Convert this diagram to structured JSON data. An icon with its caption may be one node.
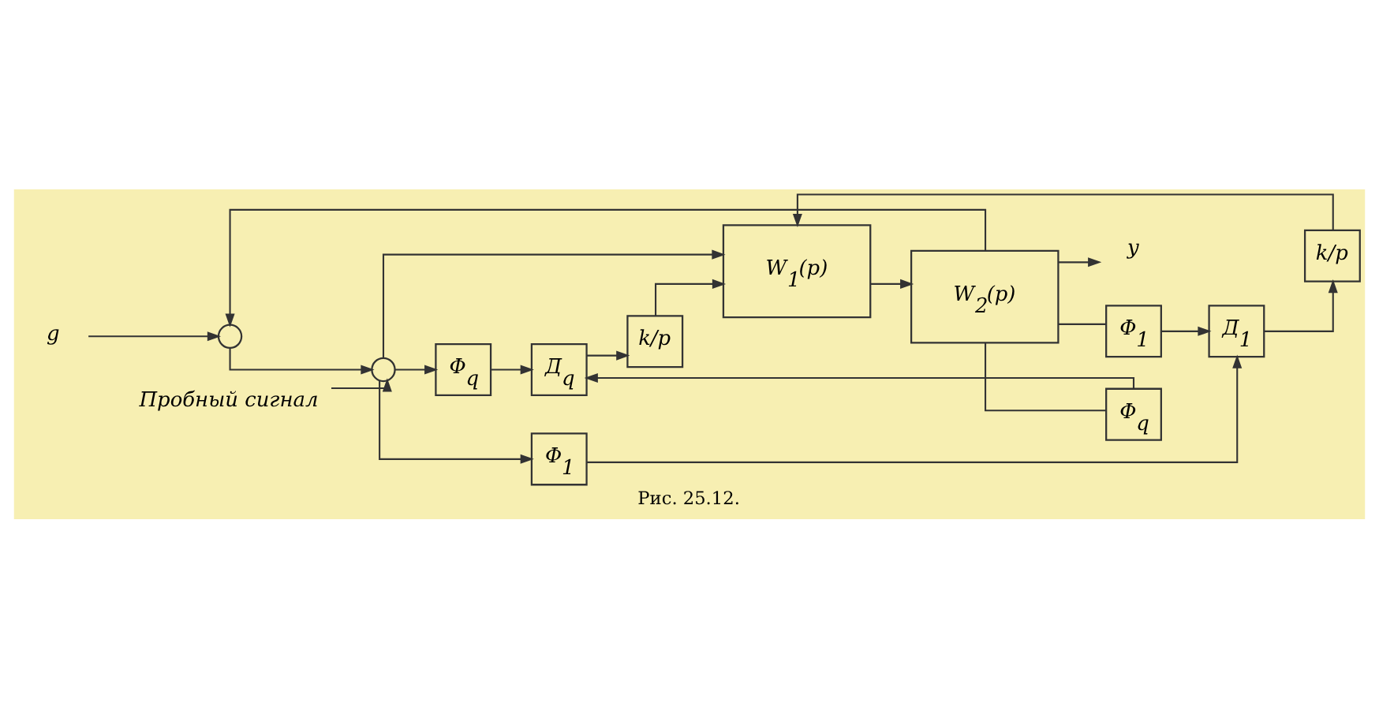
{
  "diagram": {
    "caption": "Рис. 25.12.",
    "nodes": [
      {
        "text": [
          "g"
        ]
      },
      {
        "text": [],
        "shape": "circle"
      },
      {
        "text": [],
        "shape": "circle"
      },
      {
        "text": [
          "Пробный сигнал"
        ]
      },
      {
        "text": [
          "Φ$_{q}$"
        ]
      },
      {
        "text": [
          "Φ$_{1}$"
        ]
      },
      {
        "text": [
          "Д$_{1}$"
        ]
      },
      {
        "text": [
          "Д$_{q}$"
        ]
      },
      {
        "text": [
          "k/p"
        ]
      },
      {
        "text": [
          "k/p"
        ]
      },
      {
        "text": [
          "W$_{1}$(p)"
        ]
      },
      {
        "text": [
          "W$_{2}$(p)"
        ]
      },
      {
        "text": [
          "Φ$_{1}$"
        ]
      },
      {
        "text": [
          "Φ$_{q}$"
        ]
      },
      {
        "text": [
          "y"
        ]
      }
    ],
    "edges": [
      {
        "from": 0,
        "to": 1,
        "arrow": "to"
      },
      {
        "from": 3,
        "to": 2,
        "arrow": "to"
      },
      {
        "from": 1,
        "to": 2,
        "arrow": "to"
      },
      {
        "from": 2,
        "to": 4,
        "arrow": "to"
      },
      {
        "from": 2,
        "to": 5,
        "arrow": "to"
      },
      {
        "from": 2,
        "to": 10,
        "arrow": "to"
      },
      {
        "from": 4,
        "to": 7,
        "arrow": "to"
      },
      {
        "from": 5,
        "to": 6,
        "arrow": "to"
      },
      {
        "from": 6,
        "to": 8,
        "arrow": "to"
      },
      {
        "from": 7,
        "to": 9,
        "arrow": "to"
      },
      {
        "from": 8,
        "to": 10,
        "arrow": "to"
      },
      {
        "from": 9,
        "to": 10,
        "arrow": "to"
      },
      {
        "from": 10,
        "to": 11,
        "arrow": "to"
      },
      {
        "from": 11,
        "to": 14,
        "arrow": "to"
      },
      {
        "from": 11,
        "to": 12,
        "arrow": "none"
      },
      {
        "from": 11,
        "to": 13,
        "arrow": "none"
      },
      {
        "from": 11,
        "to": 1,
        "arrow": "to"
      },
      {
        "from": 12,
        "to": 6,
        "arrow": "to"
      },
      {
        "from": 13,
        "to": 7,
        "arrow": "to"
      }
    ]
  }
}
